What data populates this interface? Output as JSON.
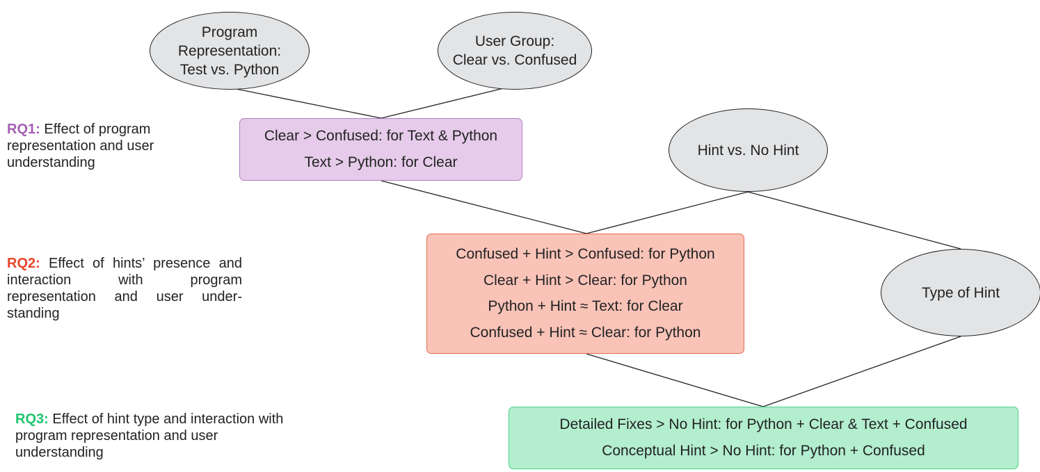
{
  "colors": {
    "node_fill": "#e3e4e6",
    "line": "#222222",
    "rq1": "#a45fb5",
    "rq2": "#e9452b",
    "rq3": "#1fc46d",
    "box1_fill": "#e6cbea",
    "box1_border": "#b27cc1",
    "box2_fill": "#f9c3b8",
    "box2_border": "#e56b55",
    "box3_fill": "#b3eecf",
    "box3_border": "#4ccf86"
  },
  "nodes": {
    "program_representation": [
      "Program",
      "Representation:",
      "Test vs. Python"
    ],
    "user_group": [
      "User Group:",
      "Clear vs. Confused"
    ],
    "hint_vs_no_hint": [
      "Hint vs. No Hint"
    ],
    "type_of_hint": [
      "Type of Hint"
    ]
  },
  "boxes": {
    "rq1": [
      "Clear > Confused: for Text & Python",
      "Text > Python: for Clear"
    ],
    "rq2": [
      "Confused + Hint > Confused: for Python",
      "Clear + Hint > Clear: for Python",
      "Python + Hint ≈ Text: for Clear",
      "Confused + Hint ≈ Clear: for Python"
    ],
    "rq3": [
      "Detailed Fixes > No Hint: for Python + Clear & Text + Confused",
      "Conceptual Hint > No Hint: for Python + Confused"
    ]
  },
  "research_questions": {
    "rq1": {
      "tag": "RQ1:",
      "text": "Effect of program representation and user understanding"
    },
    "rq2": {
      "tag": "RQ2:",
      "text": "Effect of hints’ presence and interaction with program representation and user under-standing"
    },
    "rq3": {
      "tag": "RQ3:",
      "text": "Effect of hint type and interaction with program representation and user understanding"
    }
  }
}
